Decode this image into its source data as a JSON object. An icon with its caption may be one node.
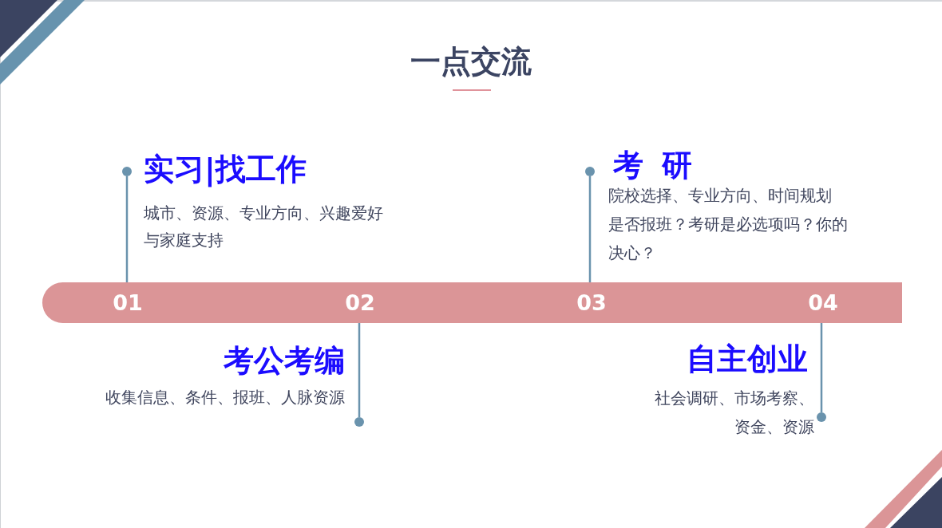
{
  "diagram": {
    "title": "一点交流",
    "nodes": [
      {
        "text": [],
        "shape": "bar"
      },
      {
        "text": [
          "01"
        ],
        "in": 0
      },
      {
        "text": [
          "02"
        ],
        "in": 0
      },
      {
        "text": [
          "03"
        ],
        "in": 0
      },
      {
        "text": [
          "04"
        ],
        "in": 0
      },
      {
        "text": [
          "实习|找工作",
          "城市、资源、专业方向、兴趣爱好与家庭支持"
        ]
      },
      {
        "text": [
          "考公考编",
          "收集信息、条件、报班、人脉资源"
        ]
      },
      {
        "text": [
          "考 研",
          "院校选择、专业方向、时间规划",
          "是否报班？考研是必选项吗？你的决心？"
        ]
      },
      {
        "text": [
          "自主创业",
          "社会调研、市场考察、资金、资源"
        ]
      },
      {
        "text": [],
        "shape": "circle"
      },
      {
        "text": [],
        "shape": "circle"
      },
      {
        "text": [],
        "shape": "circle"
      },
      {
        "text": [],
        "shape": "circle"
      }
    ],
    "edges": [
      {
        "from": 1,
        "to": 9,
        "arrow": "none"
      },
      {
        "from": 2,
        "to": 10,
        "arrow": "none"
      },
      {
        "from": 3,
        "to": 11,
        "arrow": "none"
      },
      {
        "from": 4,
        "to": 12,
        "arrow": "none"
      }
    ]
  }
}
